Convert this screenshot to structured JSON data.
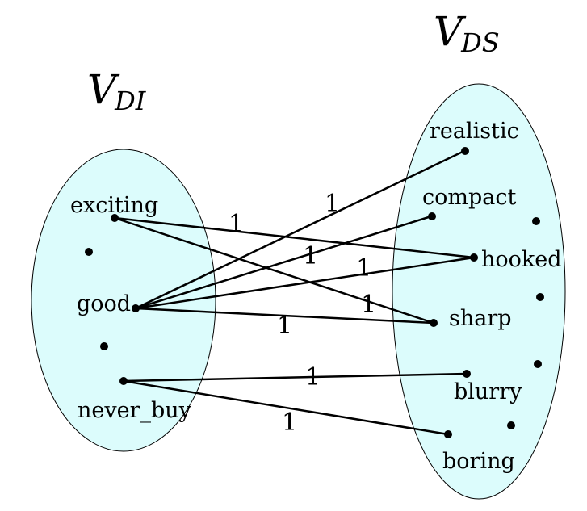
{
  "sets": {
    "left": {
      "title_main": "V",
      "title_sub": "DI",
      "fill": "#dcfcfc"
    },
    "right": {
      "title_main": "V",
      "title_sub": "DS",
      "fill": "#dcfcfc"
    }
  },
  "nodes": {
    "exciting": "exciting",
    "good": "good",
    "never_buy": "never_buy",
    "realistic": "realistic",
    "compact": "compact",
    "hooked": "hooked",
    "sharp": "sharp",
    "blurry": "blurry",
    "boring": "boring"
  },
  "edges": [
    {
      "from": "good",
      "to": "realistic",
      "weight": "1"
    },
    {
      "from": "exciting",
      "to": "hooked",
      "weight": "1"
    },
    {
      "from": "good",
      "to": "compact",
      "weight": "1"
    },
    {
      "from": "good",
      "to": "hooked",
      "weight": "1"
    },
    {
      "from": "exciting",
      "to": "sharp",
      "weight": "1"
    },
    {
      "from": "good",
      "to": "sharp",
      "weight": "1"
    },
    {
      "from": "never_buy",
      "to": "blurry",
      "weight": "1"
    },
    {
      "from": "never_buy",
      "to": "boring",
      "weight": "1"
    }
  ]
}
